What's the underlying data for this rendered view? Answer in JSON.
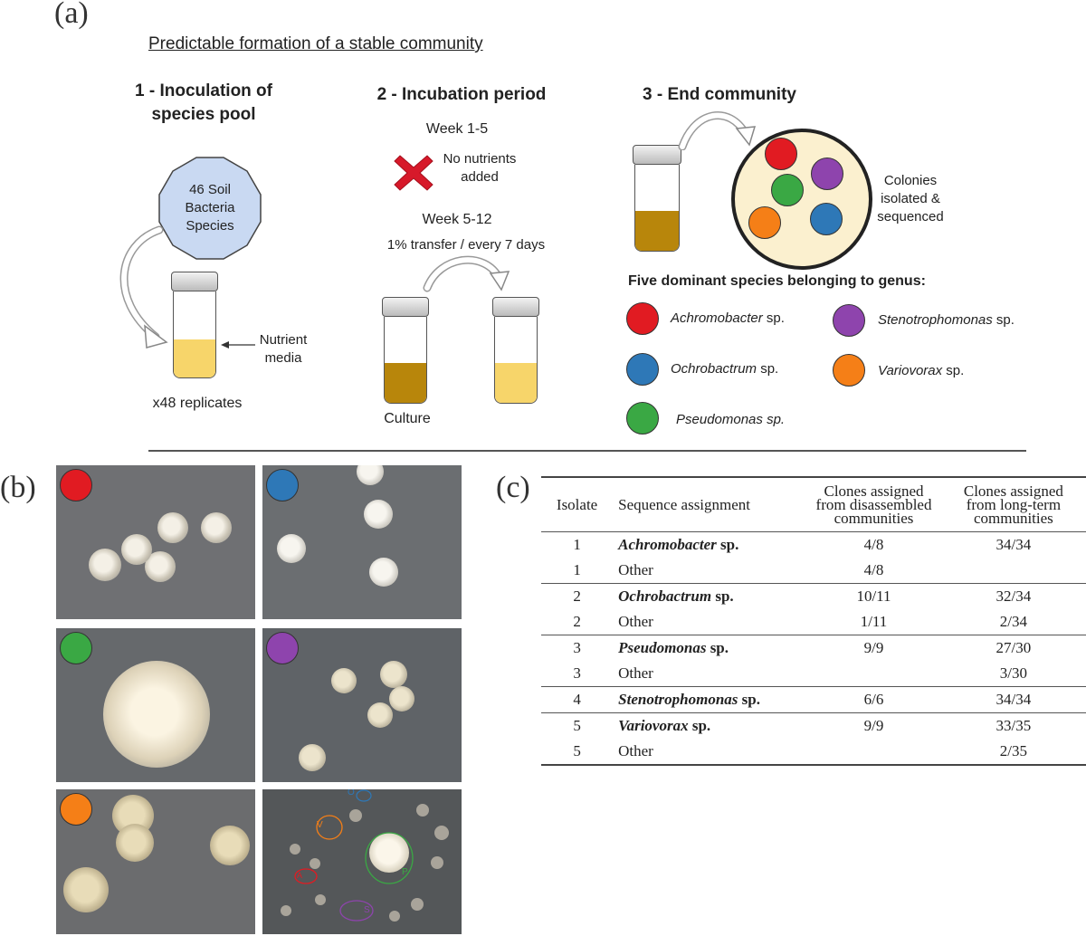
{
  "panel_labels": {
    "a": "(a)",
    "b": "(b)",
    "c": "(c)"
  },
  "panel_a": {
    "title": "Predictable formation of a stable community",
    "step1": {
      "title_line1": "1 - Inoculation of",
      "title_line2": "species pool",
      "pool_line1": "46 Soil",
      "pool_line2": "Bacteria",
      "pool_line3": "Species",
      "nutrient_line1": "Nutrient",
      "nutrient_line2": "media",
      "replicates": "x48 replicates"
    },
    "step2": {
      "title": "2 - Incubation period",
      "week1": "Week 1-5",
      "no_nutrients_line1": "No nutrients",
      "no_nutrients_line2": "added",
      "week2": "Week 5-12",
      "transfer": "1% transfer / every 7 days",
      "culture": "Culture"
    },
    "step3": {
      "title": "3 - End community",
      "colonies_line1": "Colonies",
      "colonies_line2": "isolated &",
      "colonies_line3": "sequenced",
      "dominant_heading": "Five dominant species belonging to genus:"
    },
    "legend": [
      {
        "genus": "Achromobacter",
        "suffix": " sp.",
        "color": "#e11b22"
      },
      {
        "genus": "Stenotrophomonas",
        "suffix": " sp.",
        "color": "#8e44ad"
      },
      {
        "genus": "Ochrobactrum",
        "suffix": " sp.",
        "color": "#2e78b7"
      },
      {
        "genus": "Variovorax",
        "suffix": " sp.",
        "color": "#f57f17"
      },
      {
        "genus": "Pseudomonas sp.",
        "suffix": "",
        "color": "#3aa844"
      }
    ],
    "colors": {
      "pool_fill": "#c9d9f2",
      "nutrient": "#f7d56a",
      "culture": "#b8860b",
      "plate": "#fbf0cf",
      "cross": "#d7192a"
    }
  },
  "panel_b": {
    "tiles": [
      {
        "species_color": "#e11b22"
      },
      {
        "species_color": "#2e78b7"
      },
      {
        "species_color": "#3aa844"
      },
      {
        "species_color": "#8e44ad"
      },
      {
        "species_color": "#f57f17"
      },
      {
        "mixed": true
      }
    ],
    "mixed_labels": {
      "o": "O",
      "v": "V",
      "a": "A",
      "p": "P",
      "s": "S"
    }
  },
  "panel_c": {
    "headers": {
      "isolate": "Isolate",
      "sequence": "Sequence assignment",
      "disassembled_line1": "Clones assigned",
      "disassembled_line2": "from disassembled",
      "disassembled_line3": "communities",
      "longterm_line1": "Clones assigned",
      "longterm_line2": "from long-term",
      "longterm_line3": "communities"
    },
    "rows": [
      {
        "isolate": "1",
        "genus": "Achromobacter",
        "suffix": " sp.",
        "disassembled": "4/8",
        "longterm": "34/34",
        "group_start": true
      },
      {
        "isolate": "1",
        "genus": "",
        "suffix": "Other",
        "disassembled": "4/8",
        "longterm": "",
        "group_start": false
      },
      {
        "isolate": "2",
        "genus": "Ochrobactrum",
        "suffix": " sp.",
        "disassembled": "10/11",
        "longterm": "32/34",
        "group_start": true
      },
      {
        "isolate": "2",
        "genus": "",
        "suffix": "Other",
        "disassembled": "1/11",
        "longterm": "2/34",
        "group_start": false
      },
      {
        "isolate": "3",
        "genus": "Pseudomonas",
        "suffix": " sp.",
        "disassembled": "9/9",
        "longterm": "27/30",
        "group_start": true
      },
      {
        "isolate": "3",
        "genus": "",
        "suffix": "Other",
        "disassembled": "",
        "longterm": "3/30",
        "group_start": false
      },
      {
        "isolate": "4",
        "genus": "Stenotrophomonas",
        "suffix": " sp.",
        "disassembled": "6/6",
        "longterm": "34/34",
        "group_start": true
      },
      {
        "isolate": "5",
        "genus": "Variovorax",
        "suffix": " sp.",
        "disassembled": "9/9",
        "longterm": "33/35",
        "group_start": true
      },
      {
        "isolate": "5",
        "genus": "",
        "suffix": "Other",
        "disassembled": "",
        "longterm": "2/35",
        "group_start": false
      }
    ]
  }
}
